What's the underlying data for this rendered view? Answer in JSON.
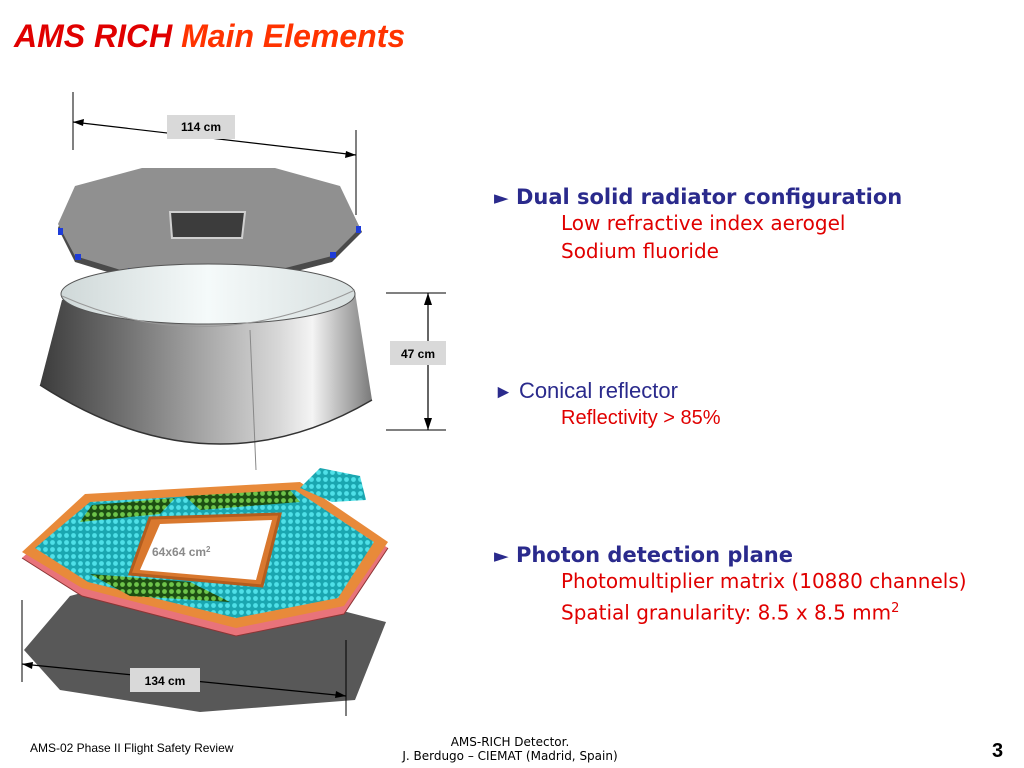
{
  "slide": {
    "title_part1": "AMS RICH",
    "title_part2": "Main Elements"
  },
  "diagram": {
    "dim_top": "114 cm",
    "dim_height": "47 cm",
    "dim_bottom": "134 cm",
    "hole_label": "64x64 cm",
    "hole_label_sup": "2"
  },
  "bullets": [
    {
      "heading": "Dual solid radiator configuration",
      "items": [
        "Low refractive index aerogel",
        "Sodium fluoride"
      ]
    },
    {
      "heading": "Conical reflector",
      "items": [
        "Reflectivity > 85%"
      ]
    },
    {
      "heading": "Photon detection plane",
      "items": [
        "Photomultiplier matrix (10880 channels)",
        "Spatial granularity: 8.5 x 8.5 mm"
      ],
      "item2_sup": "2"
    }
  ],
  "footer": {
    "left": "AMS-02 Phase II Flight Safety Review",
    "center_line1": "AMS-RICH Detector.",
    "center_line2": "J. Berdugo – CIEMAT (Madrid, Spain)",
    "page_number": "3"
  },
  "colors": {
    "title_red": "#e00000",
    "title_orange": "#ff3300",
    "heading_blue": "#2a2a8c",
    "sub_red": "#e00000"
  },
  "icons": {
    "bullet": "right-pointing-triangle"
  }
}
